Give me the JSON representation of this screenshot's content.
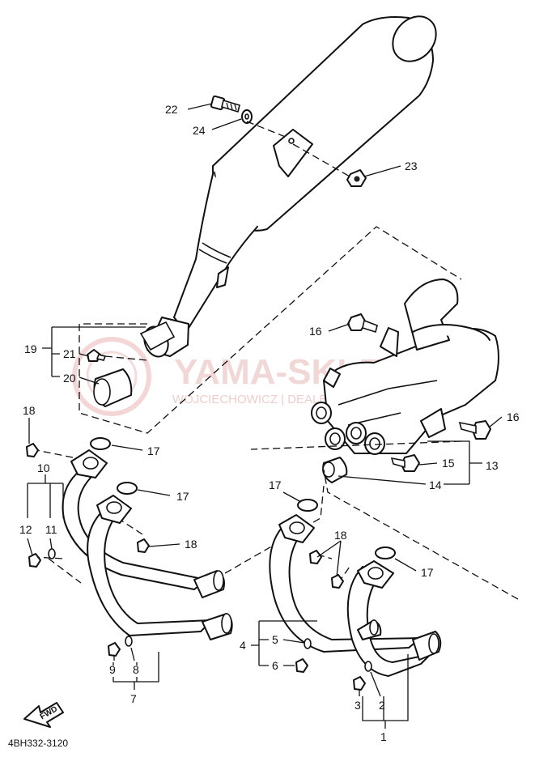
{
  "diagram": {
    "code": "4BH332-3120",
    "forward_label": "FWD",
    "watermark": {
      "title": "YAMA-SKLEP.PL",
      "subtitle": "WOJCIECHOWICZ | DEALER YAMAHA"
    },
    "callouts": {
      "c1": "1",
      "c2": "2",
      "c3": "3",
      "c4": "4",
      "c5": "5",
      "c6": "6",
      "c7": "7",
      "c8": "8",
      "c9": "9",
      "c10": "10",
      "c11": "11",
      "c12": "12",
      "c13": "13",
      "c14": "14",
      "c15": "15",
      "c16a": "16",
      "c16b": "16",
      "c17a": "17",
      "c17b": "17",
      "c17c": "17",
      "c17d": "17",
      "c18a": "18",
      "c18b": "18",
      "c18c": "18",
      "c19": "19",
      "c20": "20",
      "c21": "21",
      "c22": "22",
      "c23": "23",
      "c24": "24"
    }
  }
}
